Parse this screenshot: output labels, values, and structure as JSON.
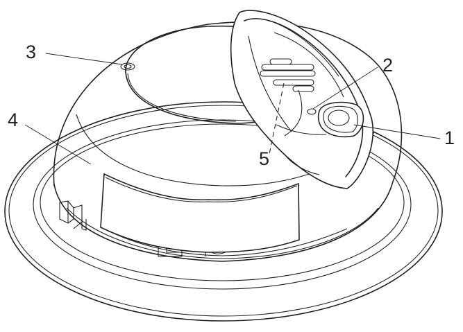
{
  "figure": {
    "subject": "smoke detector",
    "line_color": "#231f20",
    "background": "#ffffff"
  },
  "callouts": [
    {
      "id": "1",
      "label": "1",
      "points_to": "test-button"
    },
    {
      "id": "2",
      "label": "2",
      "points_to": "indicator-light"
    },
    {
      "id": "3",
      "label": "3",
      "points_to": "top-indicator-hole"
    },
    {
      "id": "4",
      "label": "4",
      "points_to": "battery-door"
    },
    {
      "id": "5",
      "label": "5",
      "points_to": "horn-grille"
    }
  ]
}
